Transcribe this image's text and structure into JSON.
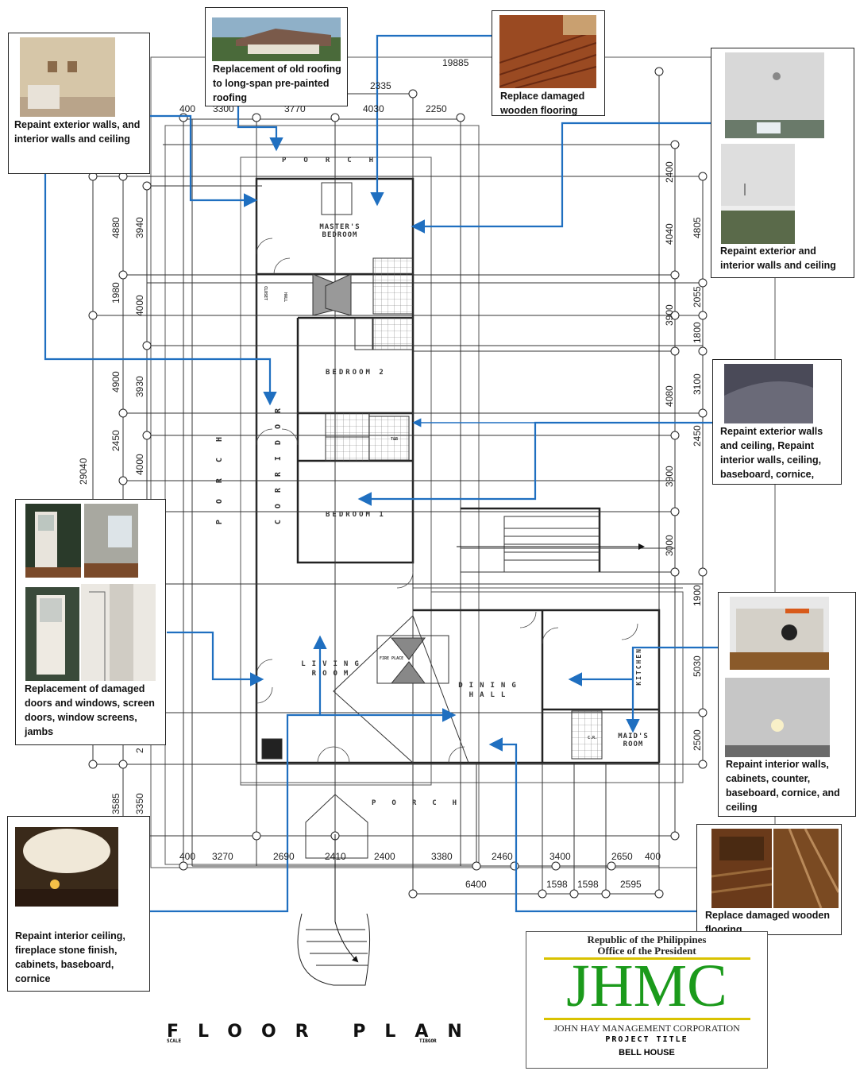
{
  "callouts": [
    {
      "id": "c1",
      "text": "Repaint exterior walls, and interior walls and ceiling"
    },
    {
      "id": "c2",
      "text": "Replacement of old roofing to long-span pre-painted roofing"
    },
    {
      "id": "c3",
      "text": "Replace damaged wooden flooring"
    },
    {
      "id": "c4",
      "text": "Repaint exterior and interior walls and ceiling"
    },
    {
      "id": "c5",
      "text": "Repaint exterior walls and ceiling, Repaint interior walls, ceiling, baseboard, cornice,"
    },
    {
      "id": "c6",
      "text": "Replacement of damaged doors and windows, screen doors, window screens, jambs"
    },
    {
      "id": "c7",
      "text": "Repaint interior walls, cabinets, counter, baseboard, cornice, and ceiling"
    },
    {
      "id": "c8",
      "text": "Repaint interior ceiling, fireplace stone finish, cabinets, baseboard, cornice"
    },
    {
      "id": "c9",
      "text": "Replace damaged wooden flooring"
    }
  ],
  "rooms": {
    "porch_top": "PORCH",
    "master": "MASTER'S BEDROOM",
    "bedroom2": "BEDROOM 2",
    "bedroom1": "BEDROOM 1",
    "corridor": "CORRIDOR",
    "porch_left": "PORCH",
    "living": "LIVING ROOM",
    "dining": "DINING HALL",
    "kitchen": "KITCHEN",
    "maids": "MAID'S ROOM",
    "porch_bottom": "PORCH",
    "hall": "HALL",
    "closet": "CLOSET",
    "fire_place": "FIRE PLACE",
    "toilet": "T&B",
    "cr": "C.R."
  },
  "dims_top": {
    "overall": "19885",
    "d2335": "2335",
    "d400": "400",
    "d3300": "3300",
    "d3770": "3770",
    "d4030": "4030",
    "d2250": "2250"
  },
  "dims_bottom": {
    "d400a": "400",
    "d3270": "3270",
    "d2690": "2690",
    "d2410": "2410",
    "d2400": "2400",
    "d3380": "3380",
    "d2460": "2460",
    "d3400": "3400",
    "d2650": "2650",
    "d400b": "400",
    "d6400": "6400",
    "d1598a": "1598",
    "d1598b": "1598",
    "d2595": "2595"
  },
  "dims_left": {
    "d4880": "4880",
    "d3940": "3940",
    "d1980": "1980",
    "d4000a": "4000",
    "d4900": "4900",
    "d3930": "3930",
    "d2450": "2450",
    "d4000b": "4000",
    "d29040": "29040",
    "d3585": "3585",
    "d3350": "3350",
    "d2": "2"
  },
  "dims_right": {
    "d2400": "2400",
    "d4040": "4040",
    "d4805": "4805",
    "d2055": "2055",
    "d3900a": "3900",
    "d1800": "1800",
    "d4080": "4080",
    "d3100": "3100",
    "d2450": "2450",
    "d3900b": "3900",
    "d3000": "3000",
    "d1900": "1900",
    "d5030": "5030",
    "d2500": "2500"
  },
  "title_block": {
    "line1": "Republic of the Philippines",
    "line2": "Office of the President",
    "logo": "JHMC",
    "corp": "JOHN HAY MANAGEMENT CORPORATION",
    "project_title": "PROJECT TITLE",
    "project": "BELL HOUSE"
  },
  "floor_plan": {
    "title": "FLOOR PLAN",
    "scale": "SCALE",
    "tsign": "TIBGOR"
  },
  "colors": {
    "arrow": "#1f6fc0",
    "line": "#222222",
    "logo": "#1b9a1b",
    "gold": "#d9c200"
  }
}
